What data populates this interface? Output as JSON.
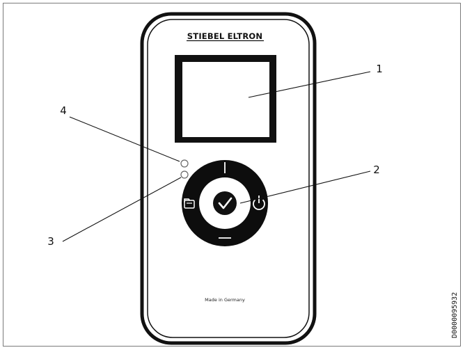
{
  "device": {
    "brand": "STIEBEL ELTRON",
    "footer": "Made in Germany"
  },
  "callouts": {
    "c1": "1",
    "c2": "2",
    "c3": "3",
    "c4": "4"
  },
  "doc_id": "D0000095932",
  "icons": {
    "confirm": "checkmark-icon",
    "menu": "menu-folder-icon",
    "power": "power-icon"
  }
}
